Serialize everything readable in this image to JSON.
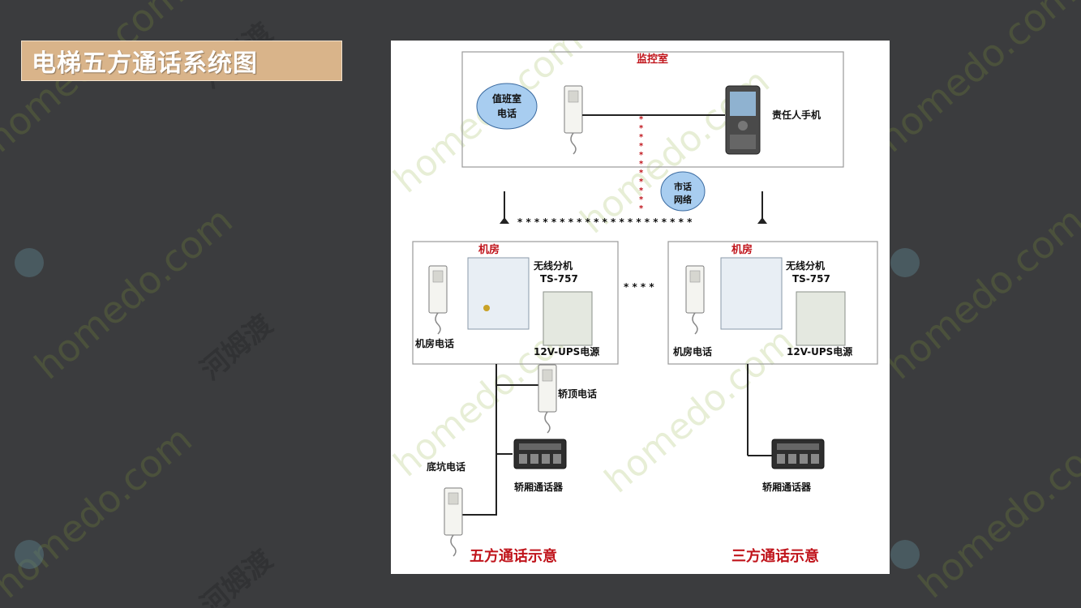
{
  "slide": {
    "title": "电梯五方通话系统图",
    "watermark": "homedo.com 河姆渡"
  },
  "diagram": {
    "monitor_room": {
      "title": "监控室",
      "duty_phone": "值班室\n电话",
      "duty_phone_line1": "值班室",
      "duty_phone_line2": "电话",
      "mobile_label": "责任人手机"
    },
    "network": {
      "line1": "市话",
      "line2": "网络"
    },
    "machine_room_left": {
      "title": "机房",
      "wireless_unit": "无线分机",
      "model": "TS-757",
      "power": "12V-UPS电源",
      "machine_phone": "机房电话"
    },
    "machine_room_right": {
      "title": "机房",
      "wireless_unit": "无线分机",
      "model": "TS-757",
      "power": "12V-UPS电源",
      "machine_phone": "机房电话"
    },
    "left_tree": {
      "car_top_phone": "轿顶电话",
      "car_intercom": "轿厢通话器",
      "pit_phone": "底坑电话"
    },
    "right_tree": {
      "car_intercom": "轿厢通话器"
    },
    "captions": {
      "five_party": "五方通话示意",
      "three_party": "三方通话示意"
    },
    "links": {
      "dots_horizontal": "* * * * * * * * * * * * * * * * *   * * * *",
      "dots_middle": "* * * *"
    },
    "colors": {
      "accent_red": "#c0141b",
      "ellipse_fill": "#a8cdf0",
      "title_bar": "#d9b48a",
      "background": "#3b3c3e"
    }
  }
}
